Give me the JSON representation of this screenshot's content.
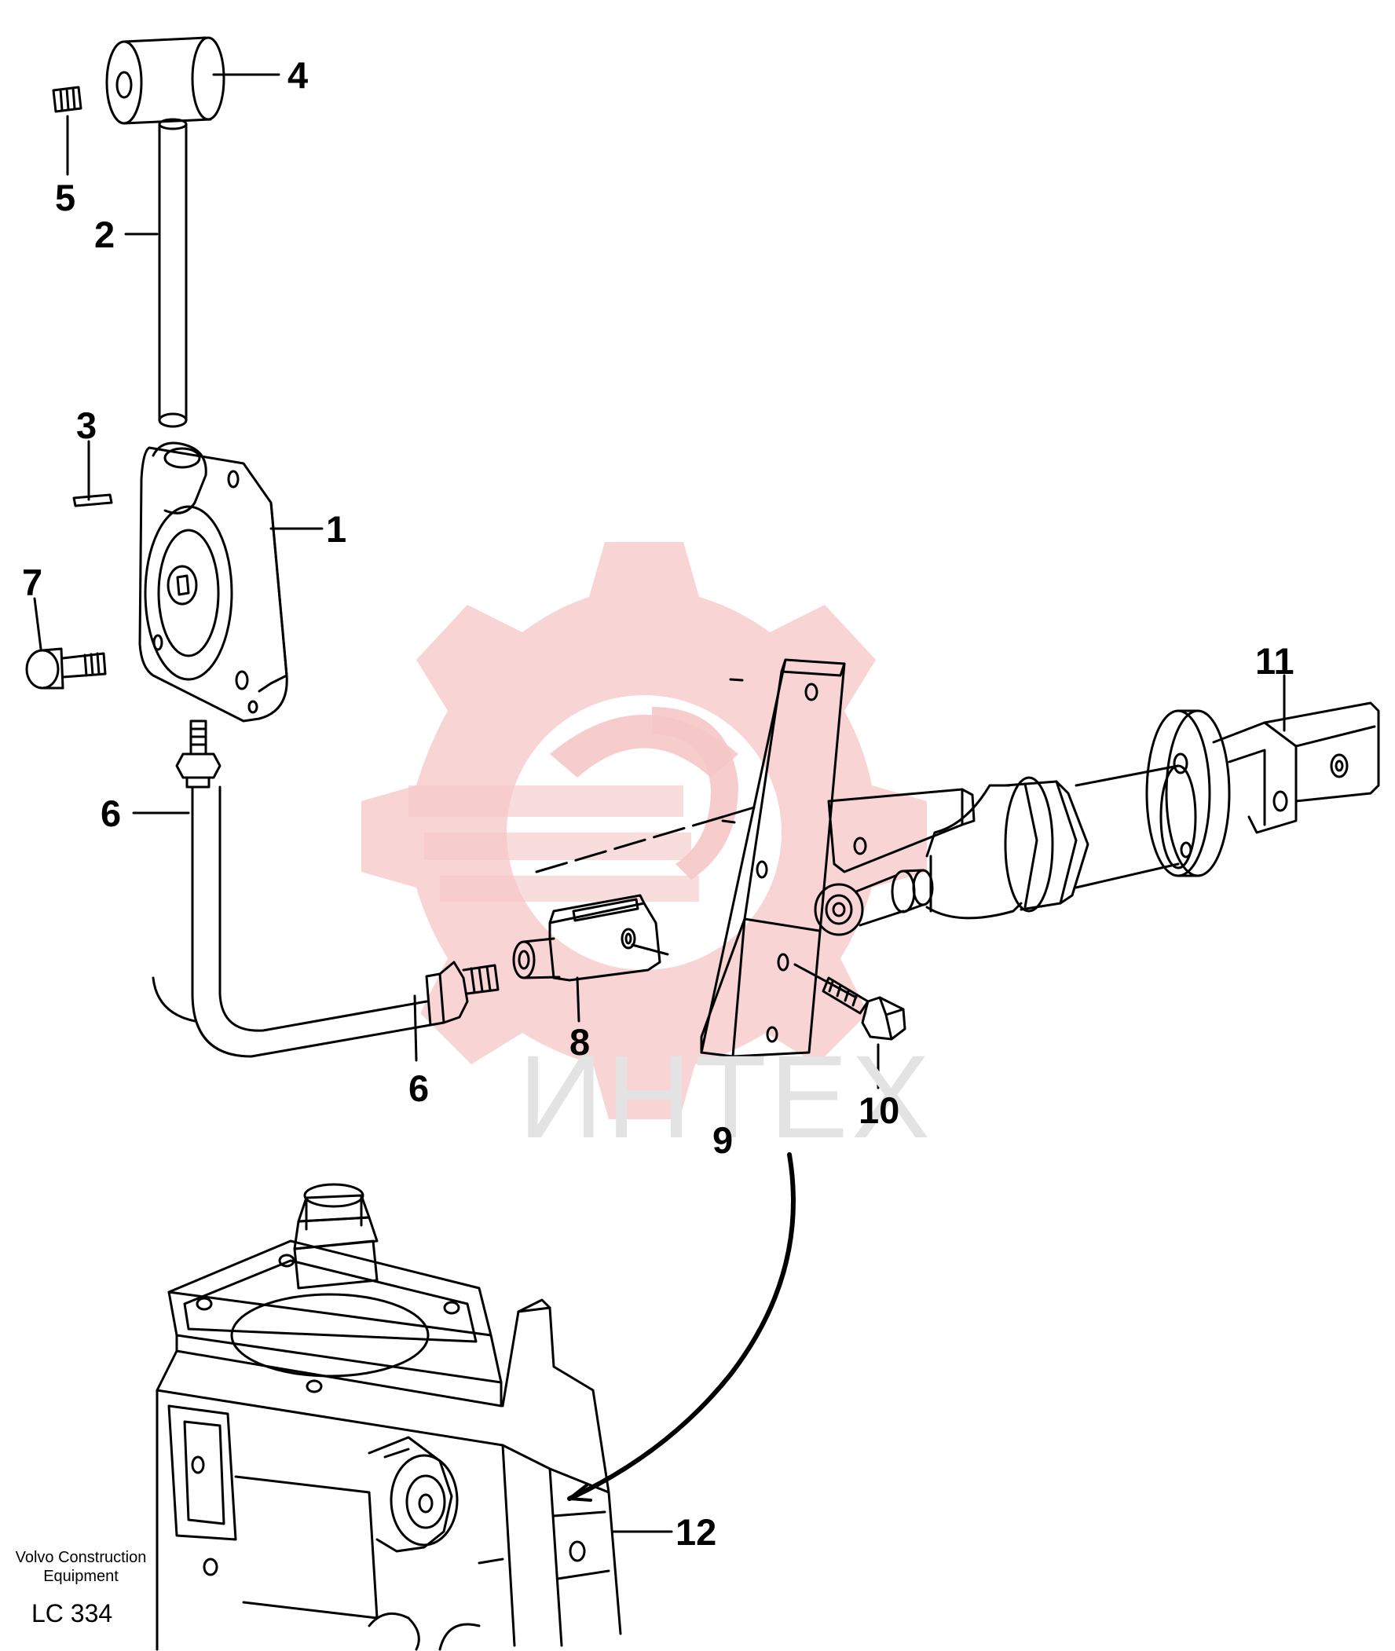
{
  "callouts": {
    "c1": "1",
    "c2": "2",
    "c3": "3",
    "c4": "4",
    "c5": "5",
    "c6a": "6",
    "c6b": "6",
    "c7": "7",
    "c8": "8",
    "c9": "9",
    "c10": "10",
    "c11": "11",
    "c12": "12"
  },
  "footer": {
    "manufacturer_line1": "Volvo Construction",
    "manufacturer_line2": "Equipment",
    "code": "LC 334"
  },
  "watermark": {
    "text": "ИНТЕХ",
    "color": "#f5c6c6"
  }
}
